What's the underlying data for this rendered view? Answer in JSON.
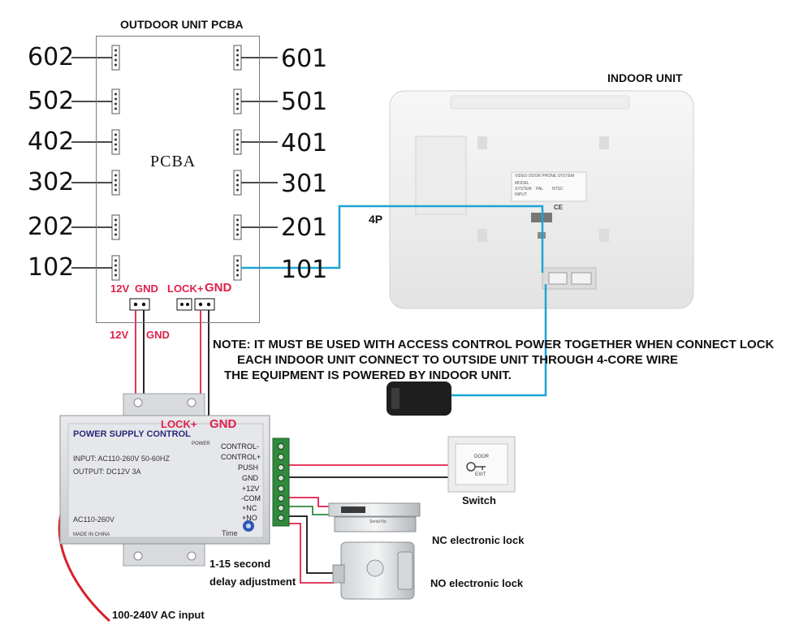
{
  "outdoor_title": "OUTDOOR UNIT PCBA",
  "pcba_label": "PCBA",
  "indoor_title": "INDOOR UNIT",
  "left_ports": [
    "602",
    "502",
    "402",
    "302",
    "202",
    "102"
  ],
  "right_ports": [
    "601",
    "501",
    "401",
    "301",
    "201",
    "101"
  ],
  "pcba_pins": {
    "v12": "12V",
    "gnd1": "GND",
    "lock": "LOCK+",
    "gnd2": "GND"
  },
  "wire_labels": {
    "v12": "12V",
    "gnd": "GND",
    "four_p": "4P"
  },
  "notes": [
    "NOTE: IT MUST BE USED WITH ACCESS CONTROL POWER TOGETHER WHEN CONNECT LOCK",
    "EACH INDOOR UNIT CONNECT TO OUTSIDE UNIT THROUGH 4-CORE WIRE",
    "THE EQUIPMENT IS POWERED BY INDOOR UNIT."
  ],
  "indoor_sticker": {
    "title": "VIDEO DOOR PHONE SYSTEM",
    "model": "MODEL",
    "system": "SYSTEM",
    "pal": "PAL",
    "ntsc": "NTSC",
    "input": "INPUT",
    "ce": "CE"
  },
  "power_supply": {
    "title": "POWER SUPPLY CONTROL",
    "input": "INPUT: AC110-260V 50-60HZ",
    "output": "OUTPUT: DC12V 3A",
    "ac": "AC110-260V",
    "made": "MADE IN CHINA",
    "time": "Time",
    "power_led": "POWER",
    "lock_label": "LOCK+",
    "gnd_label": "GND",
    "terminals": [
      "CONTROL-",
      "CONTROL+",
      "PUSH",
      "GND",
      "+12V",
      "-COM",
      "+NC",
      "+NO"
    ]
  },
  "switch": {
    "door": "DOOR",
    "exit": "EXIT",
    "label": "Switch"
  },
  "nc_lock": {
    "label": "NC electronic lock",
    "marking": "Serial No."
  },
  "no_lock": {
    "label": "NO electronic lock"
  },
  "delay": {
    "line1": "1-15 second",
    "line2": "delay adjustment"
  },
  "ac_input": "100-240V AC input",
  "colors": {
    "red_wire": "#e0204a",
    "blue_wire": "#1ea4d6",
    "black_wire": "#111111",
    "terminal_green": "#2f8a3c"
  }
}
